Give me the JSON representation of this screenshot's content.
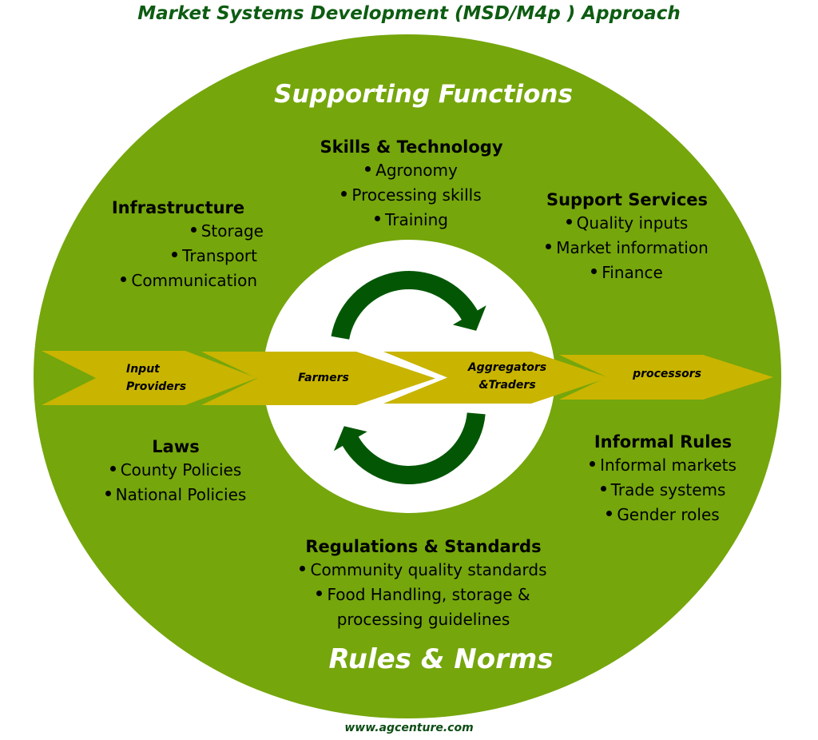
{
  "title": "Market Systems Development (MSD/M4p ) Approach",
  "colors": {
    "outer_ring": "#75a60c",
    "inner_circle": "#ffffff",
    "chevron": "#c9b400",
    "cycle_arrows": "#035704",
    "title": "#0d5c12",
    "ring_labels": "#ffffff"
  },
  "ring_labels": {
    "top": "Supporting Functions",
    "bottom": "Rules & Norms"
  },
  "value_chain": [
    {
      "lines": [
        "Input",
        "Providers"
      ]
    },
    {
      "lines": [
        "Farmers"
      ]
    },
    {
      "lines": [
        "Aggregators",
        "&Traders"
      ]
    },
    {
      "lines": [
        "processors"
      ]
    }
  ],
  "supporting_functions": {
    "skills_technology": {
      "heading": "Skills & Technology",
      "items": [
        "Agronomy",
        "Processing skills",
        "Training"
      ]
    },
    "infrastructure": {
      "heading": "Infrastructure",
      "items": [
        "Storage",
        "Transport",
        "Communication"
      ]
    },
    "support_services": {
      "heading": "Support Services",
      "items": [
        "Quality inputs",
        "Market information",
        "Finance"
      ]
    }
  },
  "rules_norms": {
    "laws": {
      "heading": "Laws",
      "items": [
        "County Policies",
        "National Policies"
      ]
    },
    "informal_rules": {
      "heading": "Informal Rules",
      "items": [
        "Informal markets",
        "Trade systems",
        "Gender roles"
      ]
    },
    "regulations_standards": {
      "heading": "Regulations & Standards",
      "items": [
        "Community quality standards",
        "Food Handling, storage &",
        "processing guidelines"
      ]
    }
  },
  "cycle_icon": "circular-exchange-arrows",
  "footer": "www.agcenture.com"
}
